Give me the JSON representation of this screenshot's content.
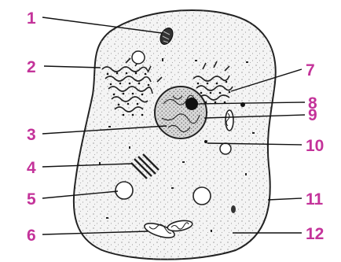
{
  "diagram": {
    "accent_color": "#c4339a",
    "callouts": [
      {
        "number": "1"
      },
      {
        "number": "2"
      },
      {
        "number": "3"
      },
      {
        "number": "4"
      },
      {
        "number": "5"
      },
      {
        "number": "6"
      },
      {
        "number": "7"
      },
      {
        "number": "8"
      },
      {
        "number": "9"
      },
      {
        "number": "10"
      },
      {
        "number": "11"
      },
      {
        "number": "12"
      }
    ]
  }
}
